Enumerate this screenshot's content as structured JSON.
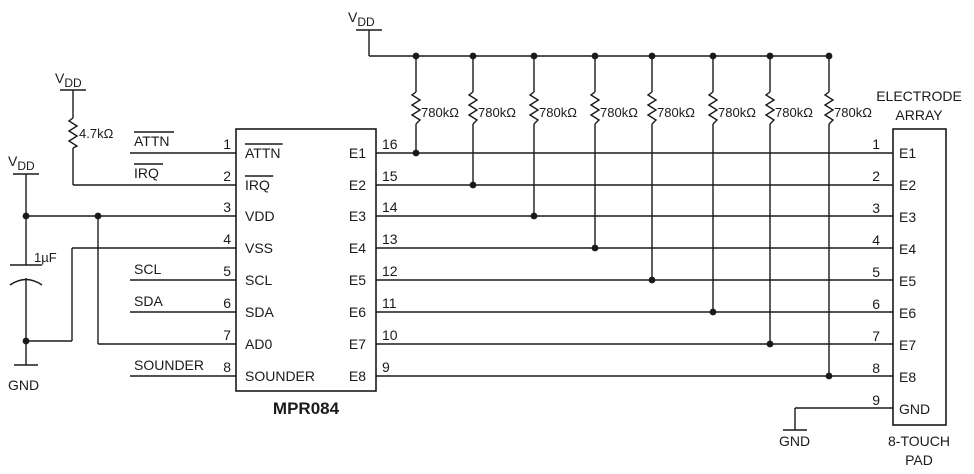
{
  "chip": {
    "name": "MPR084",
    "left_pins": [
      {
        "num": "1",
        "label": "ATTN",
        "overline": true
      },
      {
        "num": "2",
        "label": "IRQ",
        "overline": true
      },
      {
        "num": "3",
        "label": "VDD",
        "overline": false
      },
      {
        "num": "4",
        "label": "VSS",
        "overline": false
      },
      {
        "num": "5",
        "label": "SCL",
        "overline": false
      },
      {
        "num": "6",
        "label": "SDA",
        "overline": false
      },
      {
        "num": "7",
        "label": "AD0",
        "overline": false
      },
      {
        "num": "8",
        "label": "SOUNDER",
        "overline": false
      }
    ],
    "right_pins": [
      {
        "num": "16",
        "label": "E1"
      },
      {
        "num": "15",
        "label": "E2"
      },
      {
        "num": "14",
        "label": "E3"
      },
      {
        "num": "13",
        "label": "E4"
      },
      {
        "num": "12",
        "label": "E5"
      },
      {
        "num": "11",
        "label": "E6"
      },
      {
        "num": "10",
        "label": "E7"
      },
      {
        "num": "9",
        "label": "E8"
      }
    ]
  },
  "signals": {
    "attn": "ATTN",
    "irq": "IRQ",
    "scl": "SCL",
    "sda": "SDA",
    "sounder": "SOUNDER"
  },
  "supplies": {
    "vdd_letter": "V",
    "vdd_sub": "DD",
    "gnd": "GND"
  },
  "pullup_resistor": "4.7kΩ",
  "capacitor": "1µF",
  "electrode_resistor": "780kΩ",
  "electrode_array": {
    "title_line1": "ELECTRODE",
    "title_line2": "ARRAY",
    "pins": [
      {
        "num": "1",
        "label": "E1"
      },
      {
        "num": "2",
        "label": "E2"
      },
      {
        "num": "3",
        "label": "E3"
      },
      {
        "num": "4",
        "label": "E4"
      },
      {
        "num": "5",
        "label": "E5"
      },
      {
        "num": "6",
        "label": "E6"
      },
      {
        "num": "7",
        "label": "E7"
      },
      {
        "num": "8",
        "label": "E8"
      },
      {
        "num": "9",
        "label": "GND"
      }
    ],
    "pad_line1": "8-TOUCH",
    "pad_line2": "PAD"
  }
}
